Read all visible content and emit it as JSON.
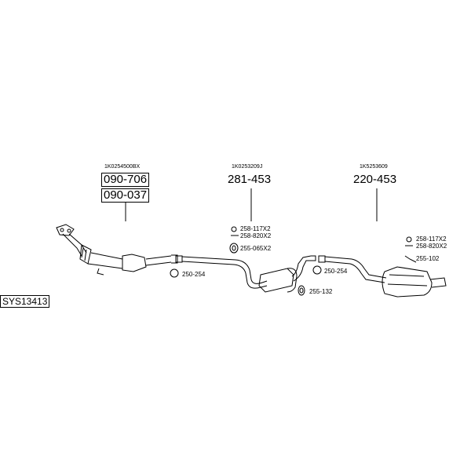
{
  "system_code": "SYS13413",
  "sections": [
    {
      "oe_number": "1K0254500BX",
      "parts": [
        "090-706",
        "090-037"
      ]
    },
    {
      "oe_number": "1K0253209J",
      "parts": [
        "281-453"
      ]
    },
    {
      "oe_number": "1K5253609",
      "parts": [
        "220-453"
      ]
    }
  ],
  "accessories": {
    "mid_clamp_1": "258-117X2",
    "mid_bolt_1": "258-820X2",
    "mid_hanger": "255-065X2",
    "front_clamp": "250-254",
    "mid_clamp_2": "250-254",
    "mid_mount": "255-132",
    "rear_clamp": "258-117X2",
    "rear_bolt": "258-820X2",
    "rear_hanger": "255-102"
  }
}
